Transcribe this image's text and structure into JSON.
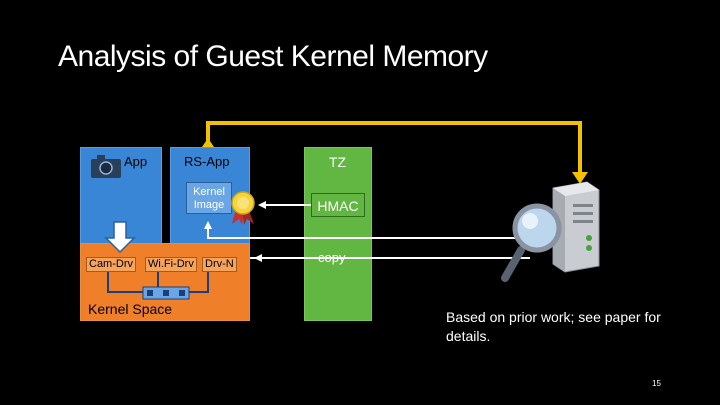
{
  "title": "Analysis of Guest Kernel Memory",
  "app_label": "App",
  "rs_app_label": "RS-App",
  "kernel_image_label": [
    "Kernel",
    "Image"
  ],
  "tz_label": "TZ",
  "hmac_label": "HMAC",
  "copy_label": "copy",
  "drivers": [
    "Cam-Drv",
    "Wi.Fi-Drv",
    "Drv-N"
  ],
  "kernel_space_label": "Kernel Space",
  "note": "Based on prior work; see paper for details.",
  "page_number": "15",
  "colors": {
    "app": "#3a86d6",
    "kernel_space": "#f07f2a",
    "tz": "#62b642",
    "connector": "#f2c200"
  },
  "icons": [
    "camera-icon",
    "certificate-seal-icon",
    "server-magnifier-icon"
  ]
}
